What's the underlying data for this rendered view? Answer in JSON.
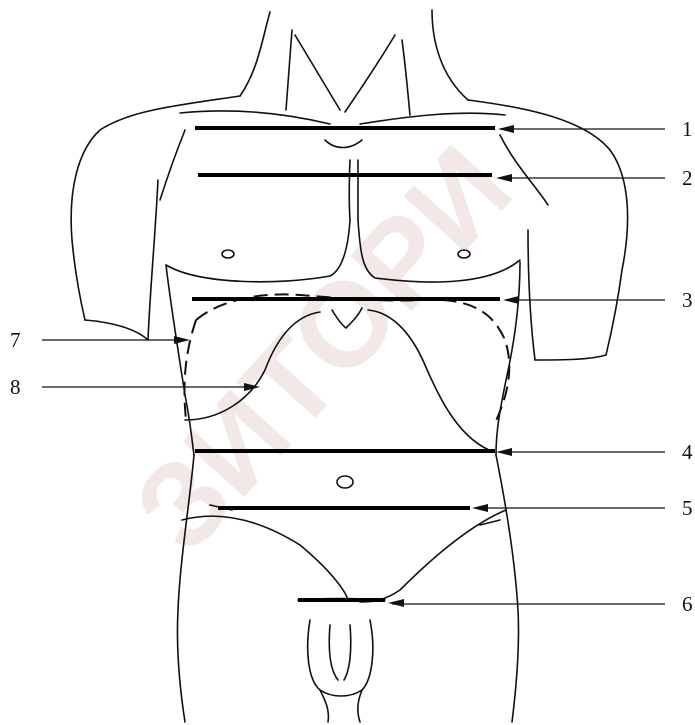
{
  "watermark": {
    "text": "ЗИТОРИ"
  },
  "labels": [
    {
      "id": "1",
      "text": "1"
    },
    {
      "id": "2",
      "text": "2"
    },
    {
      "id": "3",
      "text": "3"
    },
    {
      "id": "4",
      "text": "4"
    },
    {
      "id": "5",
      "text": "5"
    },
    {
      "id": "6",
      "text": "6"
    },
    {
      "id": "7",
      "text": "7"
    },
    {
      "id": "8",
      "text": "8"
    }
  ]
}
